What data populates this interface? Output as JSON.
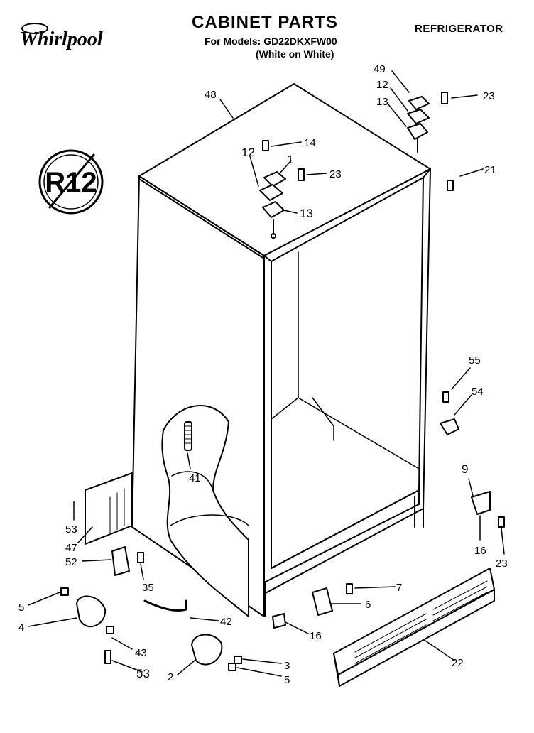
{
  "header": {
    "brand": "Whirlpool",
    "title": "CABINET PARTS",
    "models": "For Models: GD22DKXFW00",
    "color": "(White on White)",
    "category": "REFRIGERATOR"
  },
  "badge": {
    "text": "R12"
  },
  "labels": {
    "p48": "48",
    "p49": "49",
    "p12a": "12",
    "p13a": "13",
    "p23a": "23",
    "p14": "14",
    "p12b": "12",
    "p1": "1",
    "p23b": "23",
    "p13b": "13",
    "p21": "21",
    "p55": "55",
    "p54": "54",
    "p41": "41",
    "p9": "9",
    "p53a": "53",
    "p47": "47",
    "p52": "52",
    "p35": "35",
    "p16a": "16",
    "p23c": "23",
    "p7": "7",
    "p6": "6",
    "p5a": "5",
    "p4": "4",
    "p42": "42",
    "p16b": "16",
    "p43": "43",
    "p53b": "53",
    "p22": "22",
    "p3": "3",
    "p2": "2",
    "p5b": "5"
  }
}
